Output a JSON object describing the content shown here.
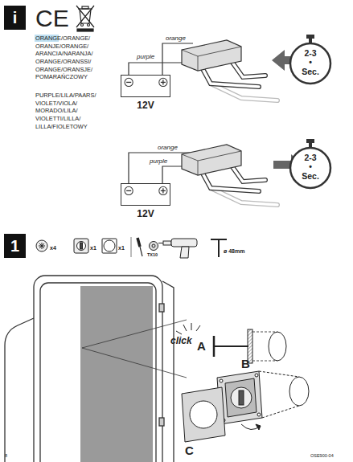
{
  "diagram": {
    "nodes": [
      {
        "text": [
          "i"
        ]
      },
      {
        "text": [
          "2-3 • Sec."
        ]
      },
      {
        "text": [
          "12V"
        ]
      },
      {
        "text": [
          "2-3 • Sec."
        ]
      },
      {
        "text": [
          "12V"
        ]
      },
      {
        "text": [
          "1"
        ]
      }
    ],
    "labels": [
      "CE",
      "ORANGE/ORANGE/ ORANJE/ORANGE/ ARANCIA/NARANJA/ ORANGE/ORANSSI/ ORANGE/ORANSJE/ POMARAŃCZOWY",
      "PURPLE/LILA/PAARS/ VIOLET/VIOLA/ MORADO/LILA/ VIOLETTI/LILLA/ LILLA/FIOLETOWY",
      "orange",
      "purple",
      "orange",
      "purple",
      "x4",
      "x1",
      "x1",
      "TX10",
      "ø 48mm",
      "click",
      "A",
      "B",
      "C",
      "8",
      "OSE900-04"
    ]
  }
}
